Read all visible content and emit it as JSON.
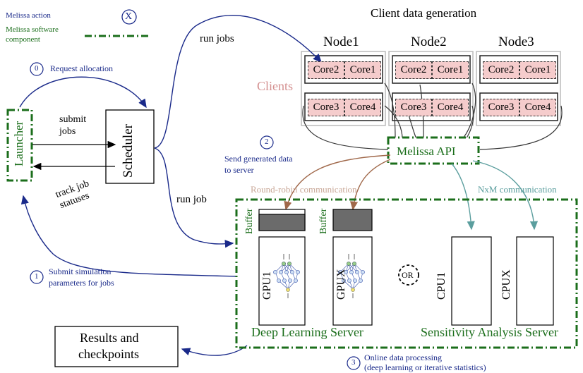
{
  "legend": {
    "action_label": "Melissa action",
    "action_marker": "X",
    "component_label_line1": "Melissa software",
    "component_label_line2": "component"
  },
  "title": "Client data generation",
  "nodes": [
    {
      "name": "Node1",
      "cores": [
        "Core2",
        "Core1",
        "Core3",
        "Core4"
      ]
    },
    {
      "name": "Node2",
      "cores": [
        "Core2",
        "Core1",
        "Core3",
        "Core4"
      ]
    },
    {
      "name": "Node3",
      "cores": [
        "Core2",
        "Core1",
        "Core3",
        "Core4"
      ]
    }
  ],
  "clients_label": "Clients",
  "steps": [
    {
      "num": "0",
      "text_line1": "Request allocation",
      "text_line2": ""
    },
    {
      "num": "1",
      "text_line1": "Submit simulation",
      "text_line2": "parameters for jobs"
    },
    {
      "num": "2",
      "text_line1": "Send generated data",
      "text_line2": "to server"
    },
    {
      "num": "3",
      "text_line1": "Online data processing",
      "text_line2": "(deep learning or iterative statistics)"
    }
  ],
  "launcher": "Launcher",
  "scheduler": "Scheduler",
  "edge_labels": {
    "run_jobs": "run jobs",
    "run_job": "run job",
    "submit_line1": "submit",
    "submit_line2": "jobs",
    "track_line1": "track job",
    "track_line2": "statuses",
    "round_robin": "Round-robin communication",
    "nxm": "NxM communication"
  },
  "melissa_api": "Melissa API",
  "buffer_label": "Buffer",
  "gpu_labels": [
    "GPU1",
    "GPUX"
  ],
  "cpu_labels": [
    "CPU1",
    "CPUX"
  ],
  "or_label": "OR",
  "deep_learning_server": "Deep Learning Server",
  "sensitivity_server": "Sensitivity Analysis Server",
  "results_line1": "Results and",
  "results_line2": "checkpoints",
  "colors": {
    "action_blue": "#1a2a8a",
    "component_green": "#1b6e1b",
    "client_pink": "#f5cccc",
    "round_robin_brown": "#a0684a",
    "nxm_teal": "#5b9e9e"
  }
}
